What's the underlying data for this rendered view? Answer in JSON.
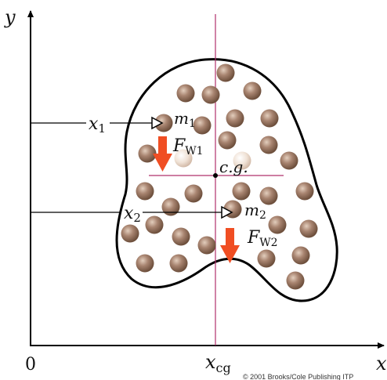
{
  "axes": {
    "y_label": "y",
    "x_label": "x",
    "origin_label": "0",
    "xcg_main": "x",
    "xcg_sub": "cg"
  },
  "labels": {
    "x1_main": "x",
    "x1_sub": "1",
    "x2_main": "x",
    "x2_sub": "2",
    "m1_main": "m",
    "m1_sub": "1",
    "m2_main": "m",
    "m2_sub": "2",
    "fw1_main": "F",
    "fw1_sub": "W1",
    "fw2_main": "F",
    "fw2_sub": "W2",
    "cg": "c.g."
  },
  "copyright": "© 2001 Brooks/Cole Publishing ITP",
  "colors": {
    "particle": "#a07d66",
    "particle_highlight": "#f2e6dc",
    "force_arrow": "#f04e23",
    "cg_line": "#b0306c",
    "outline": "#000000"
  }
}
